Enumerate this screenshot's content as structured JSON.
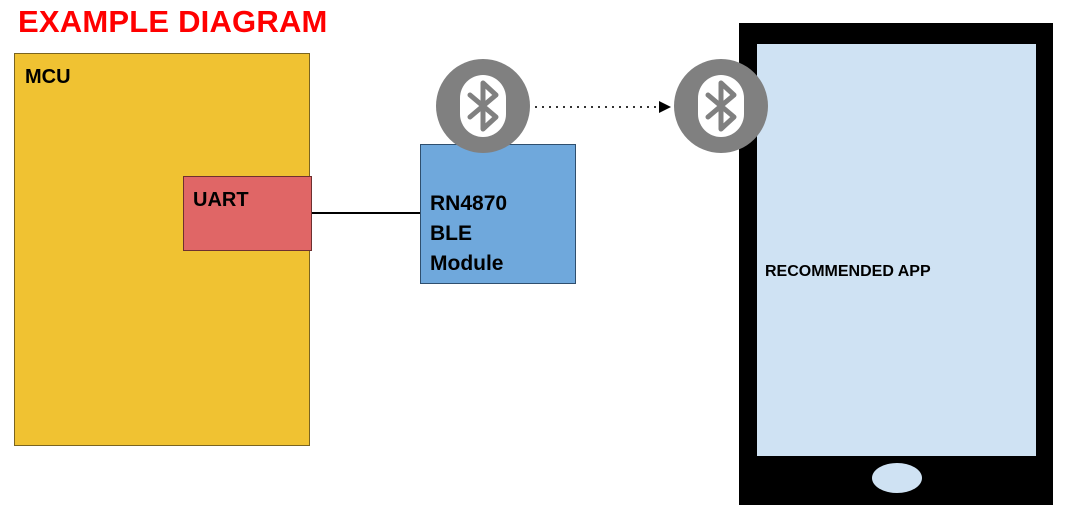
{
  "title": "EXAMPLE DIAGRAM",
  "mcu": {
    "label": "MCU"
  },
  "uart": {
    "label": "UART"
  },
  "ble_module": {
    "lines": [
      "RN4870",
      "BLE",
      "Module"
    ]
  },
  "phone": {
    "app_label": "RECOMMENDED APP"
  },
  "bluetooth_icons": [
    "bluetooth-icon",
    "bluetooth-icon"
  ],
  "colors": {
    "title": "#ff0000",
    "mcu": "#f0c232",
    "uart": "#e06666",
    "ble_module": "#6fa8dc",
    "phone_body": "#000000",
    "phone_screen": "#cfe2f3",
    "bluetooth_circle": "#808080"
  }
}
